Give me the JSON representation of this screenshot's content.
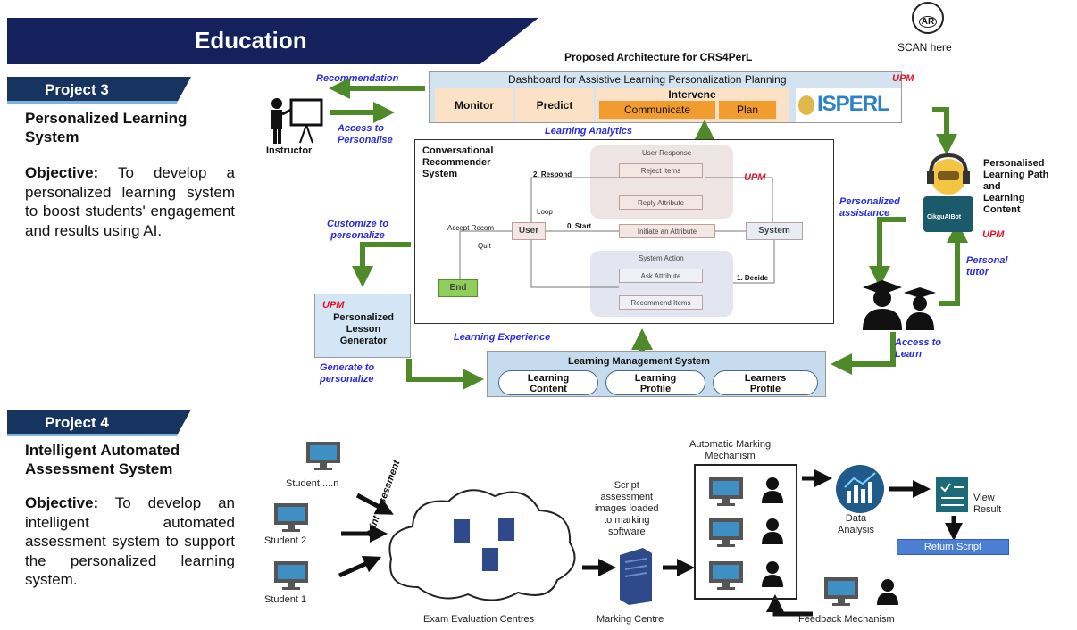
{
  "header": {
    "title": "Education"
  },
  "ar": {
    "badge": "AR",
    "scan_text": "SCAN here"
  },
  "project3": {
    "tab": "Project 3",
    "title_line1": "Personalized Learning",
    "title_line2": "System",
    "objective_label": "Objective:",
    "objective_text": " To develop a personalized learning system to boost students' engagement and results using AI."
  },
  "project4": {
    "tab": "Project 4",
    "title_line1": "Intelligent Automated",
    "title_line2": "Assessment System",
    "objective_label": "Objective:",
    "objective_text": " To develop an intelligent automated assessment system to support the personalized learning system."
  },
  "architecture": {
    "title": "Proposed Architecture for CRS4PerL",
    "dashboard_title": "Dashboard for Assistive Learning Personalization Planning",
    "upm": "UPM",
    "monitor": "Monitor",
    "predict": "Predict",
    "intervene": "Intervene",
    "communicate": "Communicate",
    "plan": "Plan",
    "isperl": "ISPERL",
    "recommendation": "Recommendation",
    "access_personalise_1": "Access to",
    "access_personalise_2": "Personalise",
    "instructor": "Instructor",
    "learning_analytics": "Learning Analytics",
    "crs_title_1": "Conversational",
    "crs_title_2": "Recommender",
    "crs_title_3": "System",
    "user_response": "User Response",
    "reject_items": "Reject Items",
    "reply_attribute": "Reply Attribute",
    "respond": "2. Respond",
    "loop": "Loop",
    "accept_recom": "Accept Recom",
    "quit": "Quit",
    "user": "User",
    "start": "0. Start",
    "initiate_attribute": "Initiate an Attribute",
    "system": "System",
    "system_action": "System Action",
    "ask_attribute": "Ask Attribute",
    "recommend_items": "Recommend Items",
    "decide": "1. Decide",
    "end": "End",
    "customize_1": "Customize to",
    "customize_2": "personalize",
    "generator_1": "Personalized",
    "generator_2": "Lesson",
    "generator_3": "Generator",
    "generate_1": "Generate to",
    "generate_2": "personalize",
    "learning_experience": "Learning Experience",
    "lms_title": "Learning Management System",
    "lms_items": [
      "Learning\nContent",
      "Learning\nProfile",
      "Learners\nProfile"
    ],
    "personalised_path_1": "Personalised",
    "personalised_path_2": "Learning Path",
    "personalised_path_3": "and",
    "personalised_path_4": "Learning",
    "personalised_path_5": "Content",
    "cikgu_bot": "CikguAIBot",
    "personalized_assistance_1": "Personalized",
    "personalized_assistance_2": "assistance",
    "personal_tutor_1": "Personal",
    "personal_tutor_2": "tutor",
    "access_learn_1": "Access to",
    "access_learn_2": "Learn"
  },
  "assessment": {
    "student_n": "Student ....n",
    "student_2": "Student 2",
    "student_1": "Student 1",
    "print_assessment": "Print assessment",
    "exam_centres": "Exam Evaluation Centres",
    "script_1": "Script",
    "script_2": "assessment",
    "script_3": "images loaded",
    "script_4": "to marking",
    "script_5": "software",
    "marking_centre": "Marking Centre",
    "auto_marking_1": "Automatic Marking",
    "auto_marking_2": "Mechanism",
    "data_analysis_1": "Data",
    "data_analysis_2": "Analysis",
    "view_result_1": "View",
    "view_result_2": "Result",
    "return_script": "Return Script",
    "feedback": "Feedback Mechanism"
  },
  "colors": {
    "navy": "#14215c",
    "arrow_green": "#4e8a2a",
    "blue_label": "#2a2ae0",
    "red_label": "#e0162a"
  }
}
